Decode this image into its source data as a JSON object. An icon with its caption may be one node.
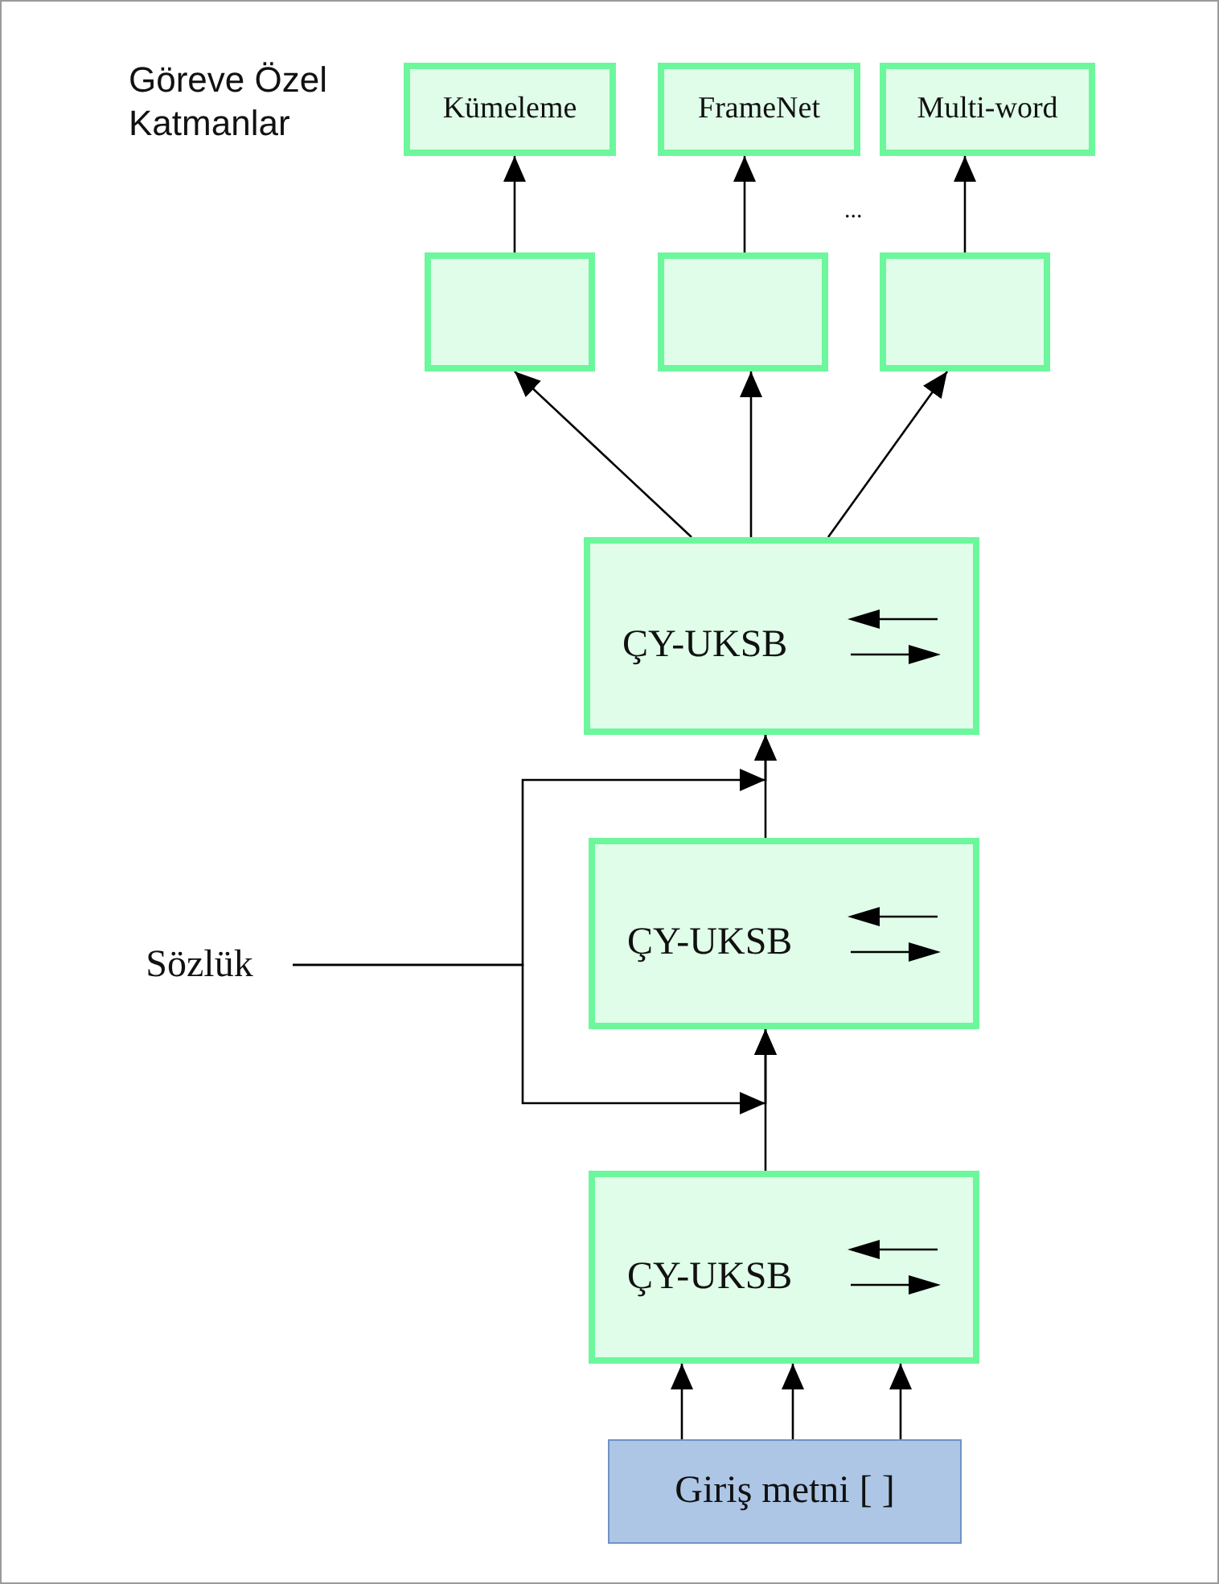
{
  "diagram": {
    "nodes": [
      {
        "text": [
          "Kümeleme"
        ]
      },
      {
        "text": [
          "FrameNet"
        ]
      },
      {
        "text": [
          "Multi-word"
        ]
      },
      {
        "text": [],
        "shape": "box"
      },
      {
        "text": [],
        "shape": "box"
      },
      {
        "text": [],
        "shape": "box"
      },
      {
        "text": [
          "ÇY-UKSB"
        ]
      },
      {
        "text": [
          "ÇY-UKSB"
        ]
      },
      {
        "text": [
          "ÇY-UKSB"
        ]
      },
      {
        "text": [
          "Giriş metni [ ]"
        ]
      },
      {
        "text": [
          "Sözlük"
        ]
      }
    ],
    "edges": [
      {
        "from": 3,
        "to": 0,
        "arrow": "to"
      },
      {
        "from": 4,
        "to": 1,
        "arrow": "to"
      },
      {
        "from": 5,
        "to": 2,
        "arrow": "to"
      },
      {
        "from": 6,
        "to": 3,
        "arrow": "to"
      },
      {
        "from": 6,
        "to": 4,
        "arrow": "to"
      },
      {
        "from": 6,
        "to": 5,
        "arrow": "to"
      },
      {
        "from": 7,
        "to": 6,
        "arrow": "to"
      },
      {
        "from": 8,
        "to": 7,
        "arrow": "to"
      },
      {
        "from": 9,
        "to": 8,
        "arrow": "to"
      },
      {
        "from": 9,
        "to": 8,
        "arrow": "to"
      },
      {
        "from": 9,
        "to": 8,
        "arrow": "to"
      },
      {
        "from": 10,
        "to": 6,
        "arrow": "to"
      },
      {
        "from": 10,
        "to": 7,
        "arrow": "to"
      }
    ],
    "labels": [
      "Göreve Özel Katmanlar",
      "..."
    ]
  }
}
